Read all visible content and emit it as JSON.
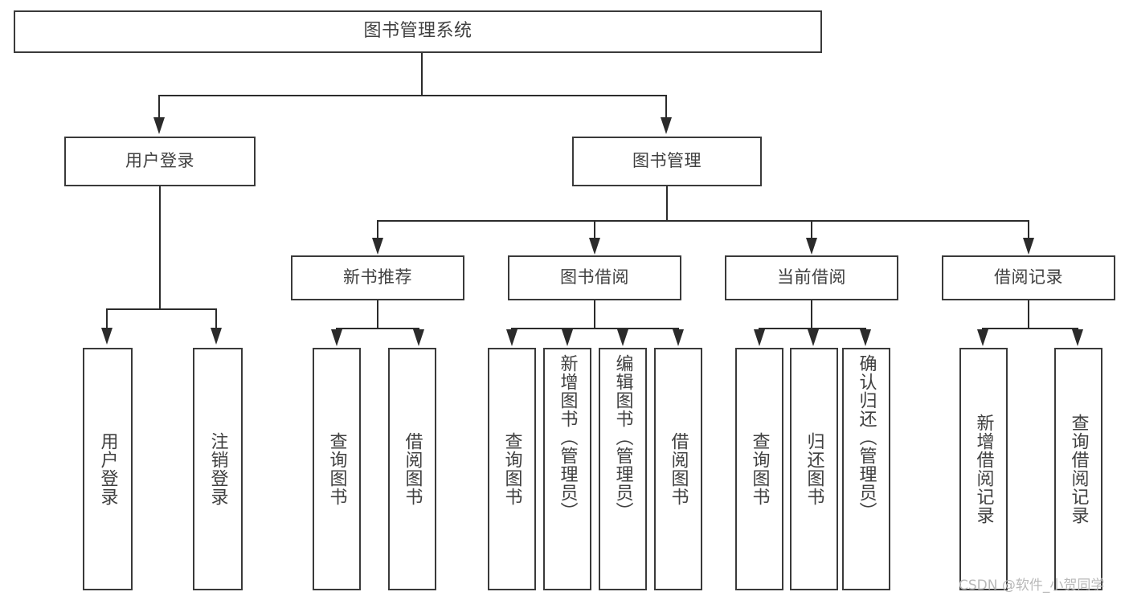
{
  "diagram": {
    "title": "图书管理系统",
    "type": "function-structure-tree",
    "levels": 4,
    "root": {
      "label": "图书管理系统"
    },
    "level2": [
      {
        "label": "用户登录"
      },
      {
        "label": "图书管理"
      }
    ],
    "level3": [
      {
        "label": "新书推荐"
      },
      {
        "label": "图书借阅"
      },
      {
        "label": "当前借阅"
      },
      {
        "label": "借阅记录"
      }
    ],
    "leaves": {
      "user_login": [
        {
          "label": "用户登录"
        },
        {
          "label": "注销登录"
        }
      ],
      "new_book_recommend": [
        {
          "label": "查询图书"
        },
        {
          "label": "借阅图书"
        }
      ],
      "book_borrow": [
        {
          "label": "查询图书"
        },
        {
          "label": "新增图书（管理员）"
        },
        {
          "label": "编辑图书（管理员）"
        },
        {
          "label": "借阅图书"
        }
      ],
      "current_borrow": [
        {
          "label": "查询图书"
        },
        {
          "label": "归还图书"
        },
        {
          "label": "确认归还（管理员）"
        }
      ],
      "borrow_record": [
        {
          "label": "新增借阅记录"
        },
        {
          "label": "查询借阅记录"
        }
      ]
    }
  },
  "watermark": {
    "text": "CSDN @软件_小贺同学"
  },
  "colors": {
    "box_border": "#3a3a3a",
    "connector": "#2b2b2b",
    "text": "#404040",
    "background": "#ffffff",
    "watermark": "#b9b9b9"
  }
}
